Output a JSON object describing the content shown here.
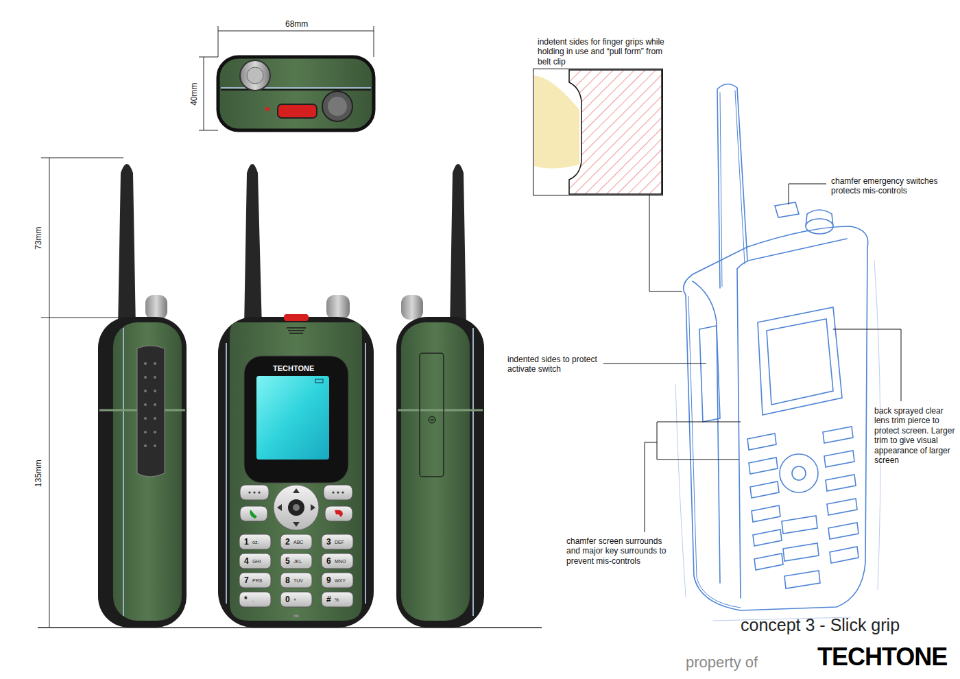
{
  "diagram": {
    "caption": "concept 3 - Slick grip",
    "nodes": [
      {
        "text": [
          "indetent sides for finger grips while holding in use and “pull form” from belt clip"
        ]
      }
    ],
    "labels": [
      "68mm",
      "40mm",
      "73mm",
      "135mm",
      "TECHTONE",
      "1",
      "oz.",
      "2",
      "ABC",
      "3",
      "DEF",
      "4",
      "GHI",
      "5",
      "JKL",
      "6",
      "MNO",
      "7",
      "PRS",
      "8",
      "TUV",
      "9",
      "WXY",
      "*",
      ",",
      "0",
      "+",
      "#",
      "%",
      "indented sides to protect activate switch",
      "chamfer emergency switches protects mis-controls",
      "back sprayed clear lens trim pierce to protect screen. Larger trim to give visual appearance of larger screen",
      "chamfer screen surrounds and major key surrounds to prevent mis-controls",
      "property of",
      "TECHTONE"
    ]
  }
}
